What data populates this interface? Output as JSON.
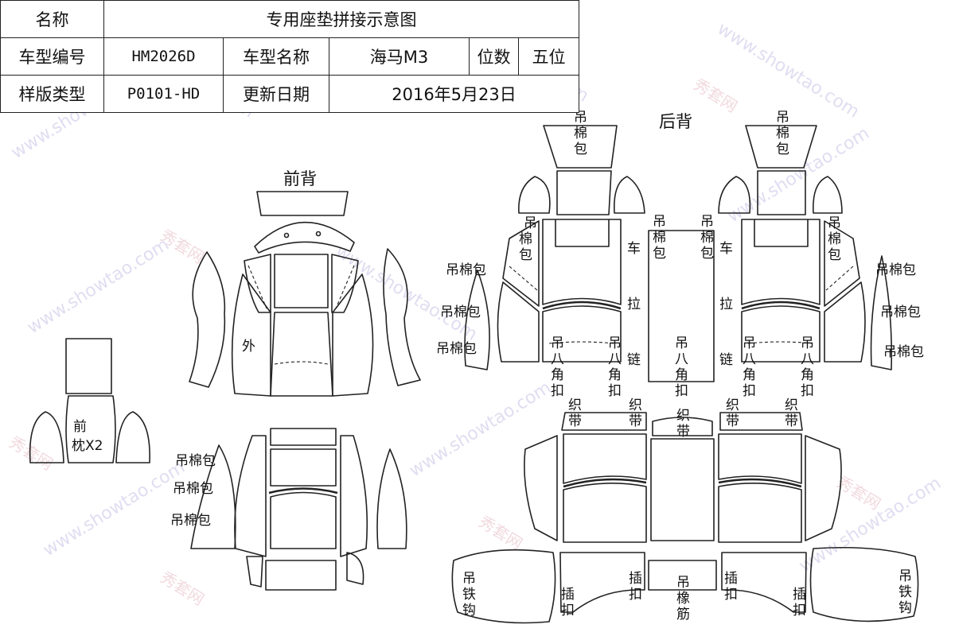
{
  "header": {
    "name_label": "名称",
    "name_value": "专用座垫拼接示意图",
    "model_no_label": "车型编号",
    "model_no_value": "HM2026D",
    "model_name_label": "车型名称",
    "model_name_value": "海马M3",
    "seats_label": "位数",
    "seats_value": "五位",
    "template_type_label": "样版类型",
    "template_type_value": "P0101-HD",
    "update_date_label": "更新日期",
    "update_date_value": "2016年5月23日"
  },
  "sections": {
    "front_back": "前背",
    "rear_back": "后背"
  },
  "labels": {
    "outer": "外",
    "hanging_cotton_bag": "吊棉包",
    "bag_char_1": "吊",
    "bag_char_2": "棉",
    "bag_char_3": "包",
    "car": "车",
    "pull": "拉",
    "chain": "链",
    "eight_1": "吊",
    "eight_2": "八",
    "eight_3": "角",
    "eight_4": "扣",
    "weave_1": "织",
    "weave_2": "带",
    "plug_1": "插",
    "plug_2": "扣",
    "rubber_1": "吊",
    "rubber_2": "橡",
    "rubber_3": "筋",
    "iron_1": "吊",
    "iron_2": "铁",
    "iron_3": "钩",
    "pillow_1": "前",
    "pillow_2": "枕X2"
  },
  "watermark": {
    "site": "www.showtao.com",
    "brand": "秀套网"
  },
  "colors": {
    "line": "#222222",
    "watermark_blue": "#c9c2e6",
    "watermark_pink": "#e6bcc6"
  }
}
